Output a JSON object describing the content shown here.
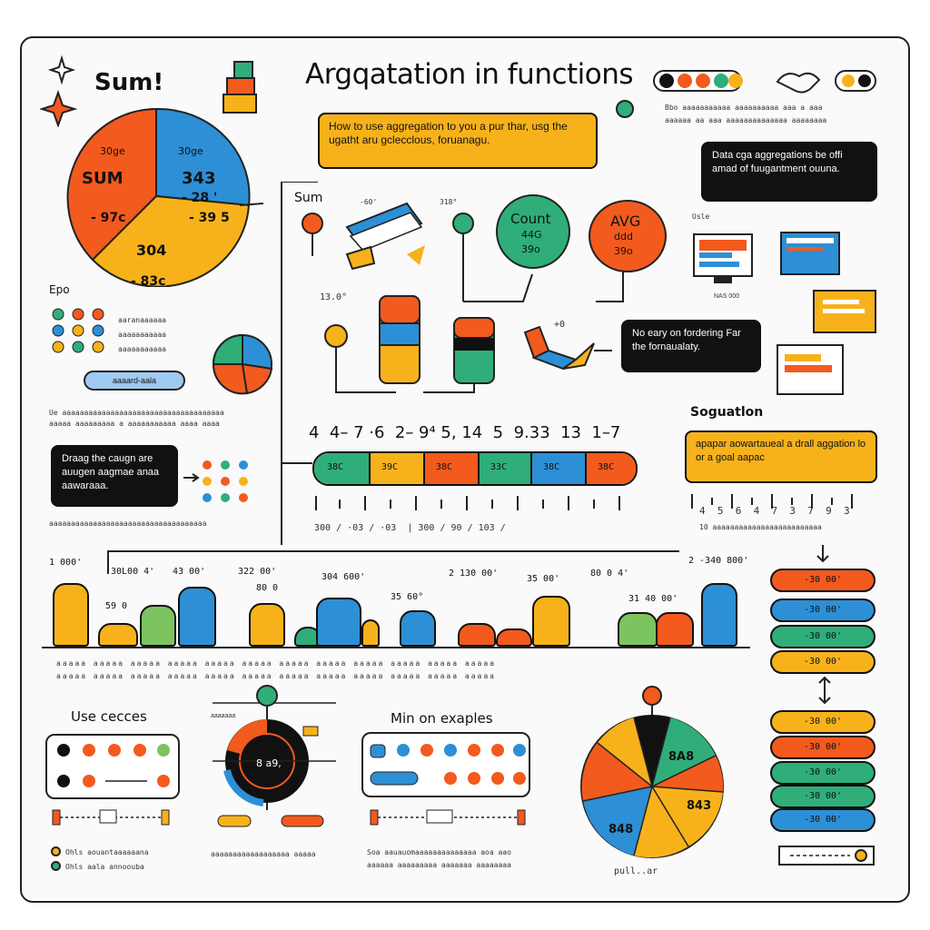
{
  "header": {
    "title": "Argqatation in functions",
    "sum_title": "Sum!"
  },
  "pie_main": {
    "labels": [
      "SUM",
      "343",
      "304"
    ],
    "sub_values": [
      "- 97c",
      "- 28 '",
      "- 39 5",
      "- 83c"
    ],
    "top_labels": [
      "30ge",
      "30ge"
    ]
  },
  "bubbles": {
    "top_yellow": "How to use aggregation to you a pur thar, usg the ugatht aru gclecclous, foruanagu.",
    "right_black": "Data cga aggregations be offi amad of fuugantment ouuna.",
    "mid_black": "No eary on fordering Far the fornaualaty.",
    "left_black": "Draag the caugn are auugen aagmae anaa aawaraaa.",
    "right_yellow": "apapar aowartaueal a drall aggation lo or a goal aapac"
  },
  "flow": {
    "sum_label": "Sum",
    "count_label": "Count",
    "count_values": [
      "44G",
      "39o"
    ],
    "avg_label": "AVG",
    "avg_values": [
      "ddd",
      "39o"
    ],
    "small_labels": [
      "-60'",
      "318°",
      "13.0°",
      "+0"
    ]
  },
  "sequence": {
    "numbers": "4  4– 7 ·6  2– 9⁴ 5, 14  5  9.33  13  1–7",
    "segments": [
      "38C",
      "39C",
      "38C",
      "33C",
      "38C",
      "38C"
    ],
    "bottom_ticks": "300 / ·03 / ·03  | 300 / 90 / 103 /"
  },
  "right_section": {
    "segmentation_label": "Soguatlon",
    "use_label": "Usle",
    "scale": "4  5  6  4  7  3  7  9  3"
  },
  "bar_chart": {
    "value_labels": [
      "1 000'",
      "30L00 4'",
      "43 00'",
      "322 00'",
      "304 600'",
      "35 60°",
      "2 130 00'",
      "35 00'",
      "80 0 4'",
      "31 40 00'",
      "2 -340 800'"
    ],
    "small_labels": [
      "80 0",
      "59 0"
    ]
  },
  "pills_right": {
    "top": [
      "-30 00'",
      "-30 00'",
      "-30 00'",
      "-30 00'"
    ],
    "bottom": [
      "-30 00'",
      "-30 00'",
      "-30 00'",
      "-30 00'",
      "-30 00'"
    ]
  },
  "bottom": {
    "use_cases": "Use cecces",
    "min_examples": "Min on exaples",
    "donut_value": "8 a9,",
    "pie_labels": [
      "8A8",
      "843",
      "848"
    ],
    "pie_caption": "pull..ar",
    "legend_items": [
      "Ohls aouantaaaaaana",
      "Ohls aala annoouba"
    ],
    "min_caption": "Soa aauauomaaaaaaaaaaaaaa aoa aao"
  },
  "left_list": {
    "label": "Epo",
    "items": [
      "aaranaaaaaa",
      "aaaaaaaaaaa",
      "aaaaaaaaaaa"
    ],
    "button": "aaaard-aala"
  },
  "colors": {
    "orange": "#f25a1e",
    "blue": "#2d8fd5",
    "yellow": "#f7b21b",
    "green": "#2fae7a",
    "lightgreen": "#7cc460",
    "black": "#111111"
  }
}
